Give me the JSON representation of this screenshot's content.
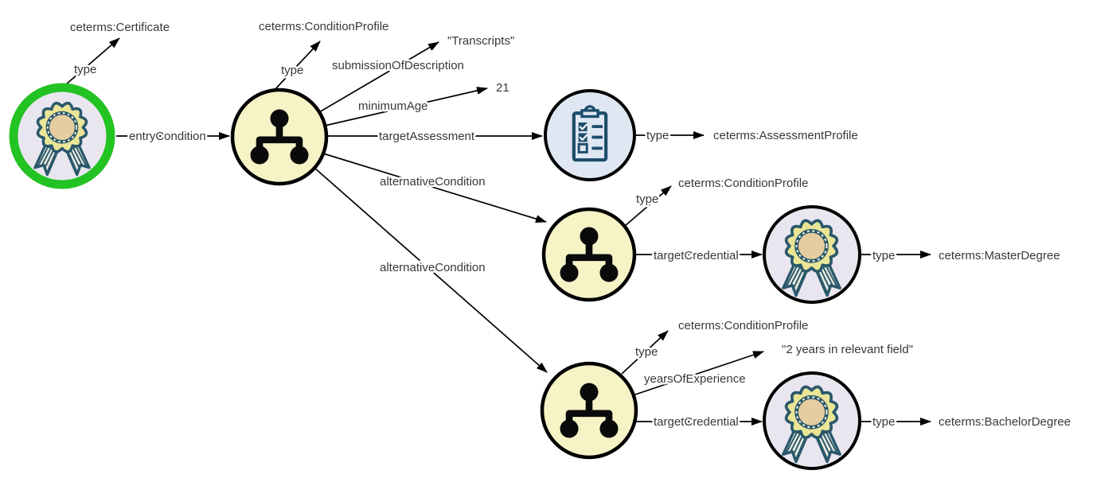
{
  "colors": {
    "green": "#22c322",
    "node-yellow": "#f6f3c6",
    "node-blue": "#dee7f2",
    "node-lavender": "#e9e6f0",
    "teal": "#2a586b",
    "navy": "#1d4d6b",
    "rosette-yellow": "#eae596",
    "rosette-tan": "#e6cda0",
    "edge": "#000000",
    "label": "#383838"
  },
  "graph": {
    "nodes": [
      {
        "id": "certificate",
        "kind": "credential-badge",
        "highlighted": true
      },
      {
        "id": "entry-condition-profile",
        "kind": "condition-profile"
      },
      {
        "id": "assessment-profile",
        "kind": "assessment-clipboard"
      },
      {
        "id": "alternative-condition-profile-1",
        "kind": "condition-profile"
      },
      {
        "id": "master-degree",
        "kind": "credential-badge"
      },
      {
        "id": "alternative-condition-profile-2",
        "kind": "condition-profile"
      },
      {
        "id": "bachelor-degree",
        "kind": "credential-badge"
      }
    ],
    "edges": [
      {
        "label": "type",
        "value": "ceterms:Certificate",
        "from": "certificate"
      },
      {
        "label": "entryCondition",
        "from": "certificate",
        "to": "entry-condition-profile"
      },
      {
        "label": "type",
        "value": "ceterms:ConditionProfile",
        "from": "entry-condition-profile"
      },
      {
        "label": "submissionOfDescription",
        "value": "\"Transcripts\"",
        "from": "entry-condition-profile"
      },
      {
        "label": "minimumAge",
        "value": "21",
        "from": "entry-condition-profile"
      },
      {
        "label": "targetAssessment",
        "from": "entry-condition-profile",
        "to": "assessment-profile"
      },
      {
        "label": "type",
        "value": "ceterms:AssessmentProfile",
        "from": "assessment-profile"
      },
      {
        "label": "alternativeCondition",
        "from": "entry-condition-profile",
        "to": "alternative-condition-profile-1"
      },
      {
        "label": "alternativeCondition",
        "from": "entry-condition-profile",
        "to": "alternative-condition-profile-2"
      },
      {
        "label": "type",
        "value": "ceterms:ConditionProfile",
        "from": "alternative-condition-profile-1"
      },
      {
        "label": "targetCredential",
        "from": "alternative-condition-profile-1",
        "to": "master-degree"
      },
      {
        "label": "type",
        "value": "ceterms:MasterDegree",
        "from": "master-degree"
      },
      {
        "label": "type",
        "value": "ceterms:ConditionProfile",
        "from": "alternative-condition-profile-2"
      },
      {
        "label": "yearsOfExperience",
        "value": "\"2 years in relevant field\"",
        "from": "alternative-condition-profile-2"
      },
      {
        "label": "targetCredential",
        "from": "alternative-condition-profile-2",
        "to": "bachelor-degree"
      },
      {
        "label": "type",
        "value": "ceterms:BachelorDegree",
        "from": "bachelor-degree"
      }
    ]
  }
}
